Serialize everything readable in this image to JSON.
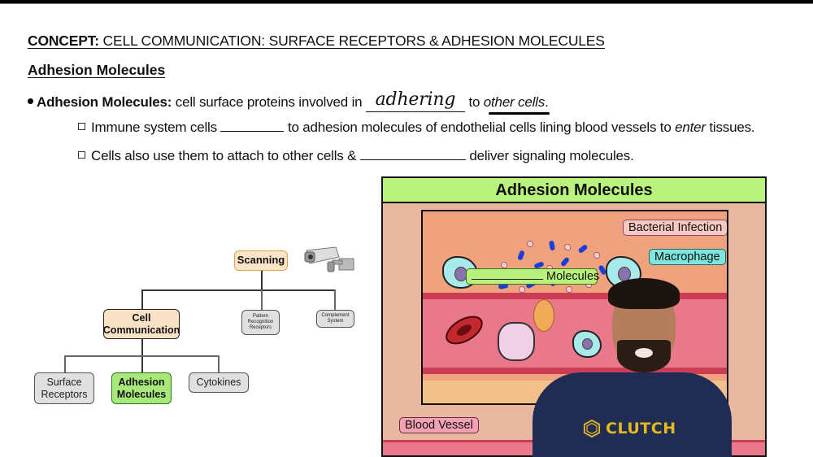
{
  "slide": {
    "concept_label": "CONCEPT:",
    "concept_title": "CELL COMMUNICATION: SURFACE RECEPTORS & ADHESION MOLECULES",
    "section_heading": "Adhesion Molecules",
    "definition": {
      "term": "Adhesion Molecules:",
      "text_before": "cell surface proteins involved in",
      "handwritten_answer": "adhering",
      "text_after_prefix": "to",
      "text_after_italic": "other cells",
      "text_after_suffix": "."
    },
    "sub_bullets": [
      {
        "before_blank": "Immune system cells",
        "after_blank": "to adhesion molecules of endothelial cells lining blood vessels to",
        "italic": "enter",
        "end": "tissues."
      },
      {
        "before_blank": "Cells also use them to attach to other cells &",
        "after_blank": "deliver signaling molecules."
      }
    ]
  },
  "concept_map": {
    "root": "Scanning",
    "camera_icon": "security-camera-icon",
    "level1": [
      "Cell Communication",
      "Pattern Recognition Receptors",
      "Complement System"
    ],
    "level2": [
      "Surface Receptors",
      "Adhesion Molecules",
      "Cytokines"
    ],
    "highlighted": "Adhesion Molecules"
  },
  "illustration": {
    "title": "Adhesion Molecules",
    "labels": {
      "bacterial_infection": "Bacterial Infection",
      "macrophage": "Macrophage",
      "molecules_blank": "Molecules",
      "blood_vessel": "Blood Vessel"
    },
    "colors": {
      "title_bg": "#b9f27c",
      "panel_bg": "#e9b8a0",
      "inset_bg": "#efa27d",
      "vessel": "#e9788a",
      "rbc": "#c2282d",
      "macrophage": "#a8eaec",
      "bacteria": "#1b3fd6"
    }
  },
  "presenter": {
    "shirt_logo": "CLUTCH",
    "shirt_color": "#1f2d55",
    "logo_color": "#e6b81c"
  }
}
